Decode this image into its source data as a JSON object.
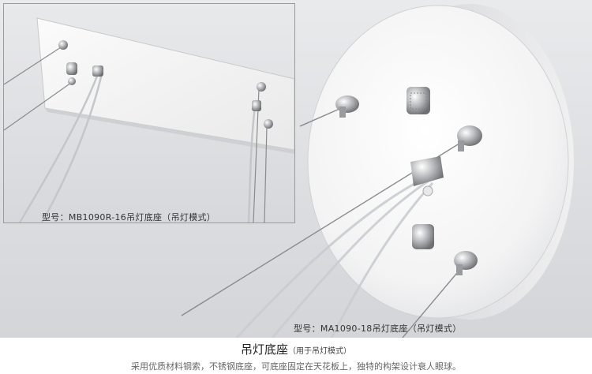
{
  "inset": {
    "model_label": "型号：MB1090R-16吊灯底座（吊灯模式）"
  },
  "main": {
    "model_label": "型号：MA1090-18吊灯底座（吊灯模式）"
  },
  "caption": {
    "title": "吊灯底座",
    "subtitle": "（用于吊灯模式）",
    "description": "采用优质材料钢索，不锈钢底座，可底座固定在天花板上，独特的构架设计衰人眼球。"
  }
}
